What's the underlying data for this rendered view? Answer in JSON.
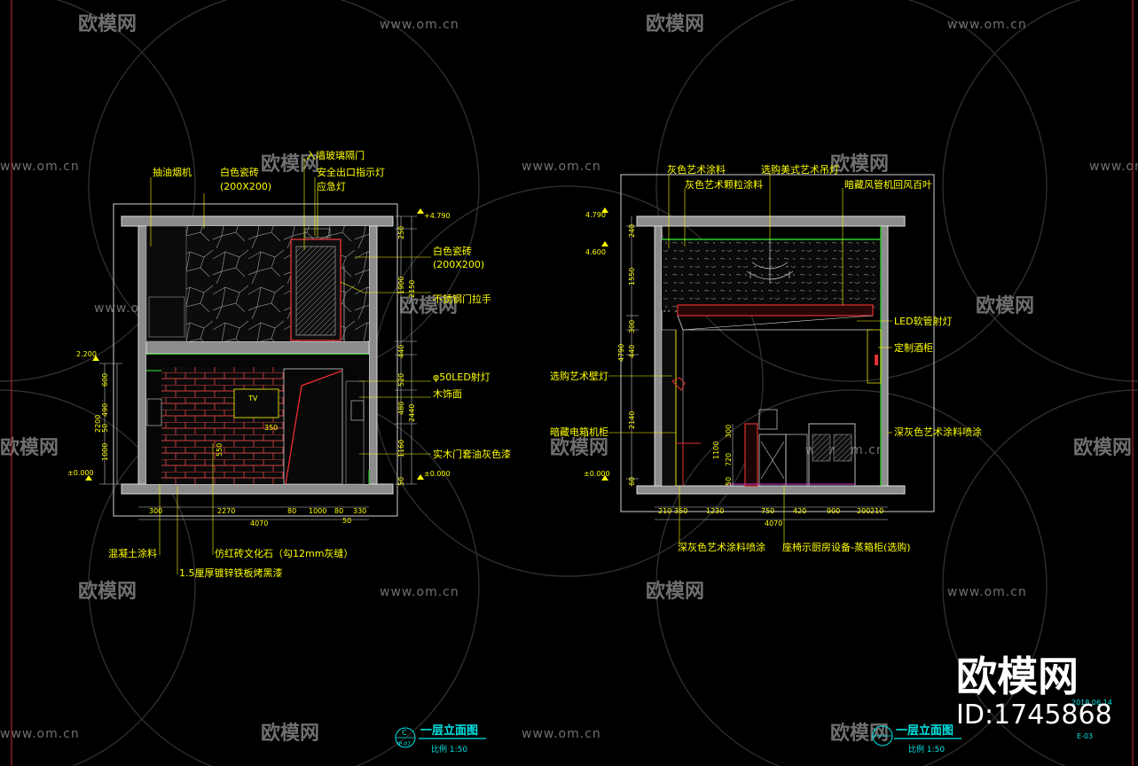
{
  "watermark": {
    "brand": "欧模网",
    "url": "www.om.cn",
    "logo": "欧模网",
    "id": "ID:1745868"
  },
  "left_elevation": {
    "labels": {
      "hood": "抽油烟机",
      "white_tile": "白色瓷砖",
      "white_tile_size": "(200X200)",
      "glass_door": "入墙玻璃隔门",
      "exit_light": "安全出口指示灯",
      "emergency_light": "应急灯",
      "white_tile2": "白色瓷砖",
      "white_tile2_size": "(200X200)",
      "steel_handle": "不锈钢门拉手",
      "led_spot": "φ50LED射灯",
      "wood_face": "木饰面",
      "wood_door": "实木门套油灰色漆",
      "concrete_paint": "混凝土涂料",
      "brick_stone": "仿红砖文化石（勾12mm灰缝）",
      "steel_plate": "1.5厘厚镀锌铁板烤黑漆",
      "tv": "TV"
    },
    "levels": {
      "top": "+4.790",
      "mid": "2.200",
      "zero_left": "±0.000",
      "zero_right": "±0.000"
    },
    "dims_right": [
      "250",
      "1900",
      "440",
      "520",
      "480",
      "1160",
      "50"
    ],
    "dims_right_total": [
      "2150",
      "2440"
    ],
    "dims_left": [
      "600",
      "490",
      "50",
      "1000",
      "2200"
    ],
    "dims_bottom": [
      "300",
      "2270",
      "80",
      "1000",
      "80",
      "330"
    ],
    "dims_bottom_total": "4070",
    "dims_misc": [
      "350",
      "550",
      "50"
    ],
    "title": "一层立面图",
    "scale": "比例 1:50",
    "sheet_top": "C",
    "sheet_bottom": "IP-07"
  },
  "right_elevation": {
    "labels": {
      "grey_paint": "灰色艺术涂料",
      "grey_particle": "灰色艺术颗粒涂料",
      "chandelier": "选购美式艺术吊灯",
      "ac_vent": "暗藏风管机回风百叶",
      "led_strip": "LED软管射灯",
      "custom_shelf": "定制酒柜",
      "wall_lamp": "选购艺术壁灯",
      "hidden_tv": "暗藏电箱机柜",
      "dark_grey": "深灰色艺术涂料喷涂",
      "dark_grey_bottom": "深灰色艺术涂料喷涂",
      "kitchen": "座椅示厨房设备-蒸箱柜(选购)"
    },
    "levels": {
      "top": "4.790",
      "sub": "4.600",
      "zero": "±0.000"
    },
    "dims_left": [
      "240",
      "1550",
      "300",
      "440",
      "2140",
      "60"
    ],
    "dims_left_total": "4790",
    "dims_inner": [
      "300",
      "1100",
      "720",
      "50"
    ],
    "dims_bottom": [
      "210",
      "350",
      "1230",
      "750",
      "420",
      "900",
      "200",
      "210"
    ],
    "dims_bottom_total": "4070",
    "title": "一层立面图",
    "scale": "比例 1:50",
    "date": "2018.06.14",
    "sheet_code": "E-03"
  }
}
